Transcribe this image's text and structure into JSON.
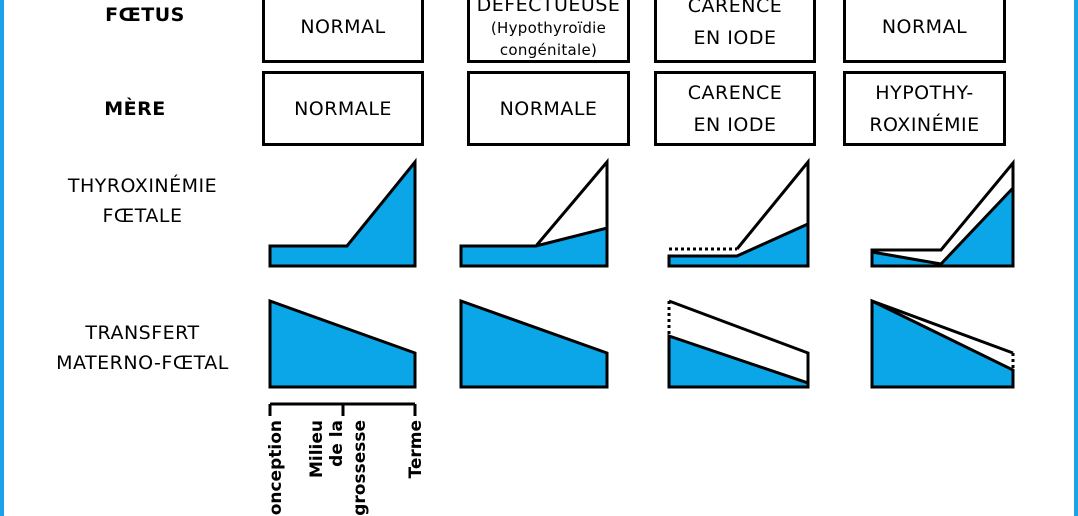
{
  "colors": {
    "fill": "#0aa6e8",
    "stroke": "#000000",
    "border": "#1aa3e8"
  },
  "rows": {
    "foetus": "FŒTUS",
    "mere": "MÈRE",
    "thyroxinemie": [
      "THYROXINÉMIE",
      "FŒTALE"
    ],
    "transfert": [
      "TRANSFERT",
      "MATERNO-FŒTAL"
    ]
  },
  "columns": [
    {
      "foetus": [
        "NORMAL"
      ],
      "mere": [
        "NORMALE"
      ]
    },
    {
      "foetus": [
        "DÉFECTUEUSE"
      ],
      "foetus_note": [
        "(Hypothyroïdie",
        "congénitale)"
      ],
      "mere": [
        "NORMALE"
      ]
    },
    {
      "foetus": [
        "CARENCE",
        "EN IODE"
      ],
      "mere": [
        "CARENCE",
        "EN IODE"
      ]
    },
    {
      "foetus": [
        "NORMAL"
      ],
      "mere": [
        "HYPOTHY-",
        "ROXINÉMIE"
      ]
    }
  ],
  "timeline": [
    "Conception",
    "Milieu",
    "de la",
    "grossesse",
    "Terme"
  ]
}
